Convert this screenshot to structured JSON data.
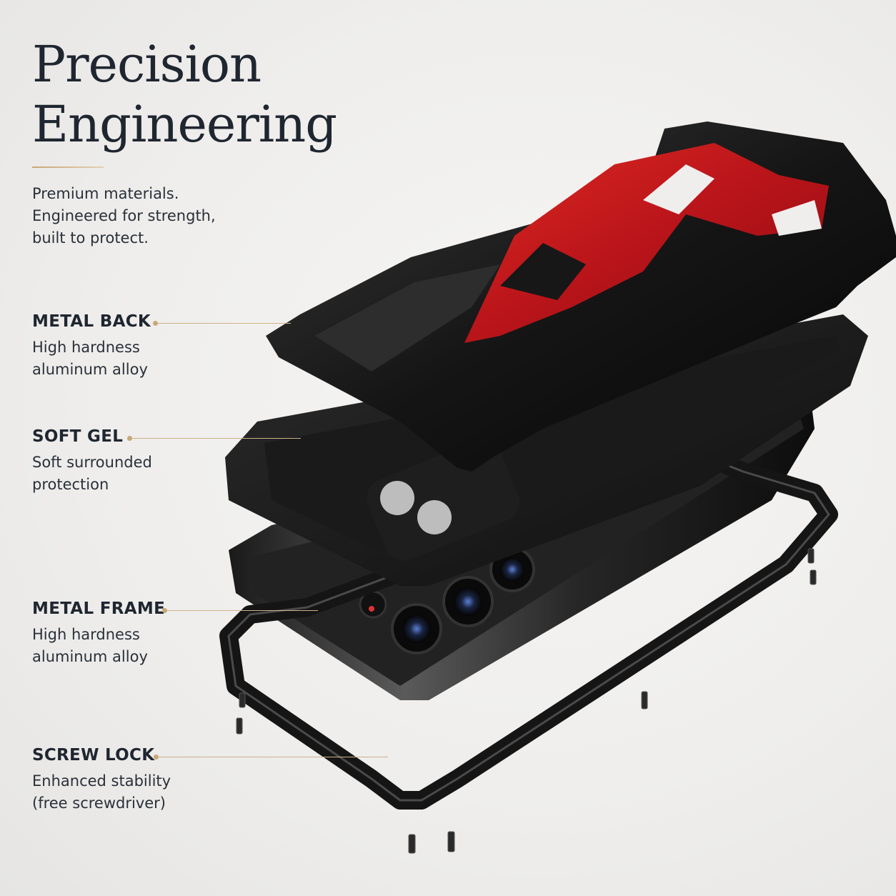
{
  "header": {
    "title_line1": "Precision",
    "title_line2": "Engineering"
  },
  "intro": {
    "line1": "Premium materials.",
    "line2": "Engineered for strength,",
    "line3": "built to protect."
  },
  "features": [
    {
      "title": "METAL BACK",
      "desc_line1": "High hardness",
      "desc_line2": "aluminum alloy"
    },
    {
      "title": "SOFT GEL",
      "desc_line1": "Soft surrounded",
      "desc_line2": "protection"
    },
    {
      "title": "METAL FRAME",
      "desc_line1": "High hardness",
      "desc_line2": "aluminum alloy"
    },
    {
      "title": "SCREW LOCK",
      "desc_line1": "Enhanced stability",
      "desc_line2": "(free screwdriver)"
    }
  ],
  "colors": {
    "accent_gold": "#c9a878",
    "case_red": "#c41a1a",
    "metal_black": "#141414"
  }
}
